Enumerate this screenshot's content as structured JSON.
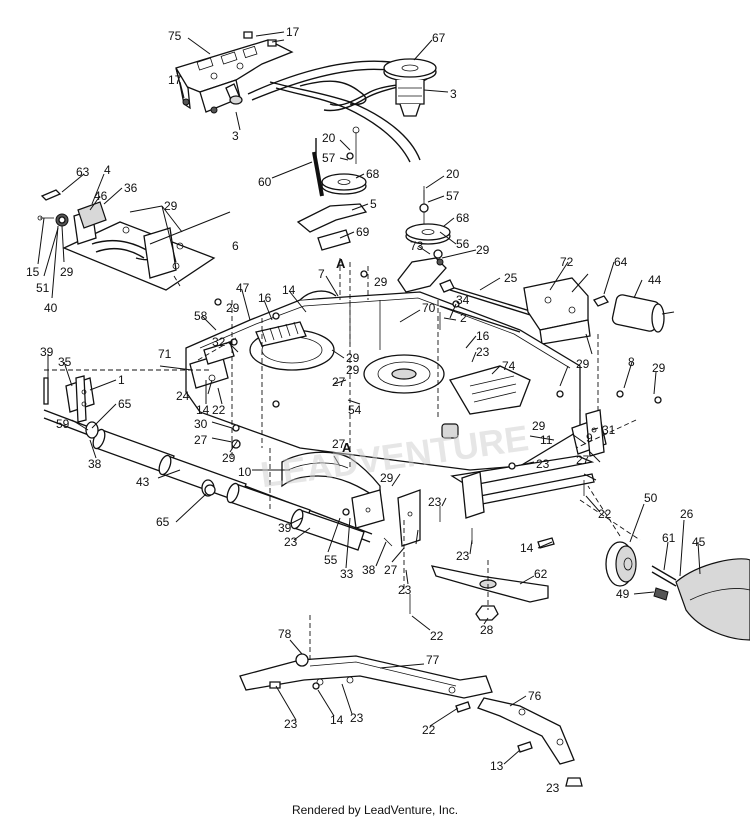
{
  "footer": "Rendered by LeadVenture, Inc.",
  "watermark": "LEADVENTURE",
  "section_letters": [
    "A",
    "A"
  ],
  "callouts": [
    "75",
    "17",
    "67",
    "17",
    "3",
    "3",
    "20",
    "57",
    "60",
    "68",
    "20",
    "5",
    "57",
    "68",
    "69",
    "63",
    "4",
    "46",
    "36",
    "29",
    "73",
    "56",
    "29",
    "25",
    "72",
    "64",
    "44",
    "15",
    "51",
    "29",
    "40",
    "6",
    "7",
    "14",
    "34",
    "29",
    "2",
    "58",
    "47",
    "16",
    "29",
    "16",
    "70",
    "32",
    "23",
    "74",
    "29",
    "8",
    "29",
    "39",
    "35",
    "71",
    "1",
    "29",
    "27",
    "65",
    "24",
    "29",
    "14",
    "22",
    "54",
    "30",
    "27",
    "29",
    "11",
    "31",
    "29",
    "23",
    "9",
    "27",
    "59",
    "38",
    "43",
    "10",
    "27",
    "23",
    "29",
    "22",
    "50",
    "26",
    "65",
    "39",
    "23",
    "55",
    "33",
    "38",
    "27",
    "23",
    "14",
    "61",
    "45",
    "62",
    "23",
    "49",
    "28",
    "22",
    "78",
    "77",
    "76",
    "23",
    "14",
    "23",
    "22",
    "13",
    "23"
  ],
  "palette": {
    "line": "#111111",
    "paper": "#ffffff",
    "shade": "#d8d8d8",
    "watermark": "#cfcfcf"
  }
}
